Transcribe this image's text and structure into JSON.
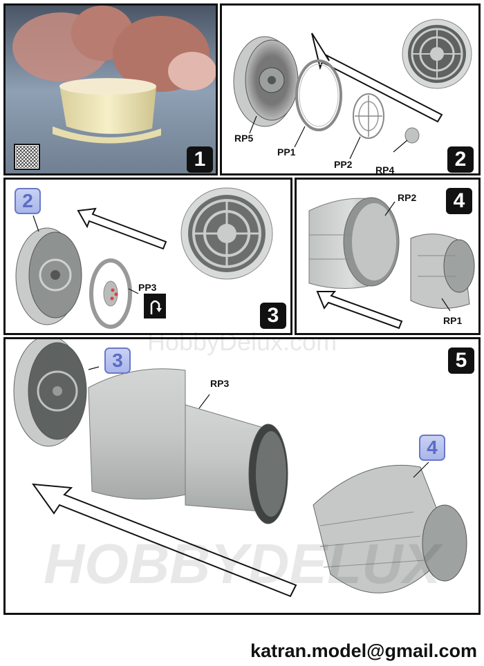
{
  "steps": {
    "s1": {
      "number": "1"
    },
    "s2": {
      "number": "2",
      "labels": {
        "rp5": "RP5",
        "pp1": "PP1",
        "pp2": "PP2",
        "rp4": "RP4"
      }
    },
    "s3": {
      "number": "3",
      "ref": "2",
      "labels": {
        "pp3": "PP3"
      }
    },
    "s4": {
      "number": "4",
      "labels": {
        "rp2": "RP2",
        "rp1": "RP1"
      }
    },
    "s5": {
      "number": "5",
      "ref_a": "3",
      "ref_b": "4",
      "labels": {
        "rp3": "RP3"
      }
    }
  },
  "watermark": {
    "small": "HobbyDelux.com",
    "big": "HOBBYDELUX"
  },
  "contact": {
    "email": "katran.model@gmail.com"
  }
}
